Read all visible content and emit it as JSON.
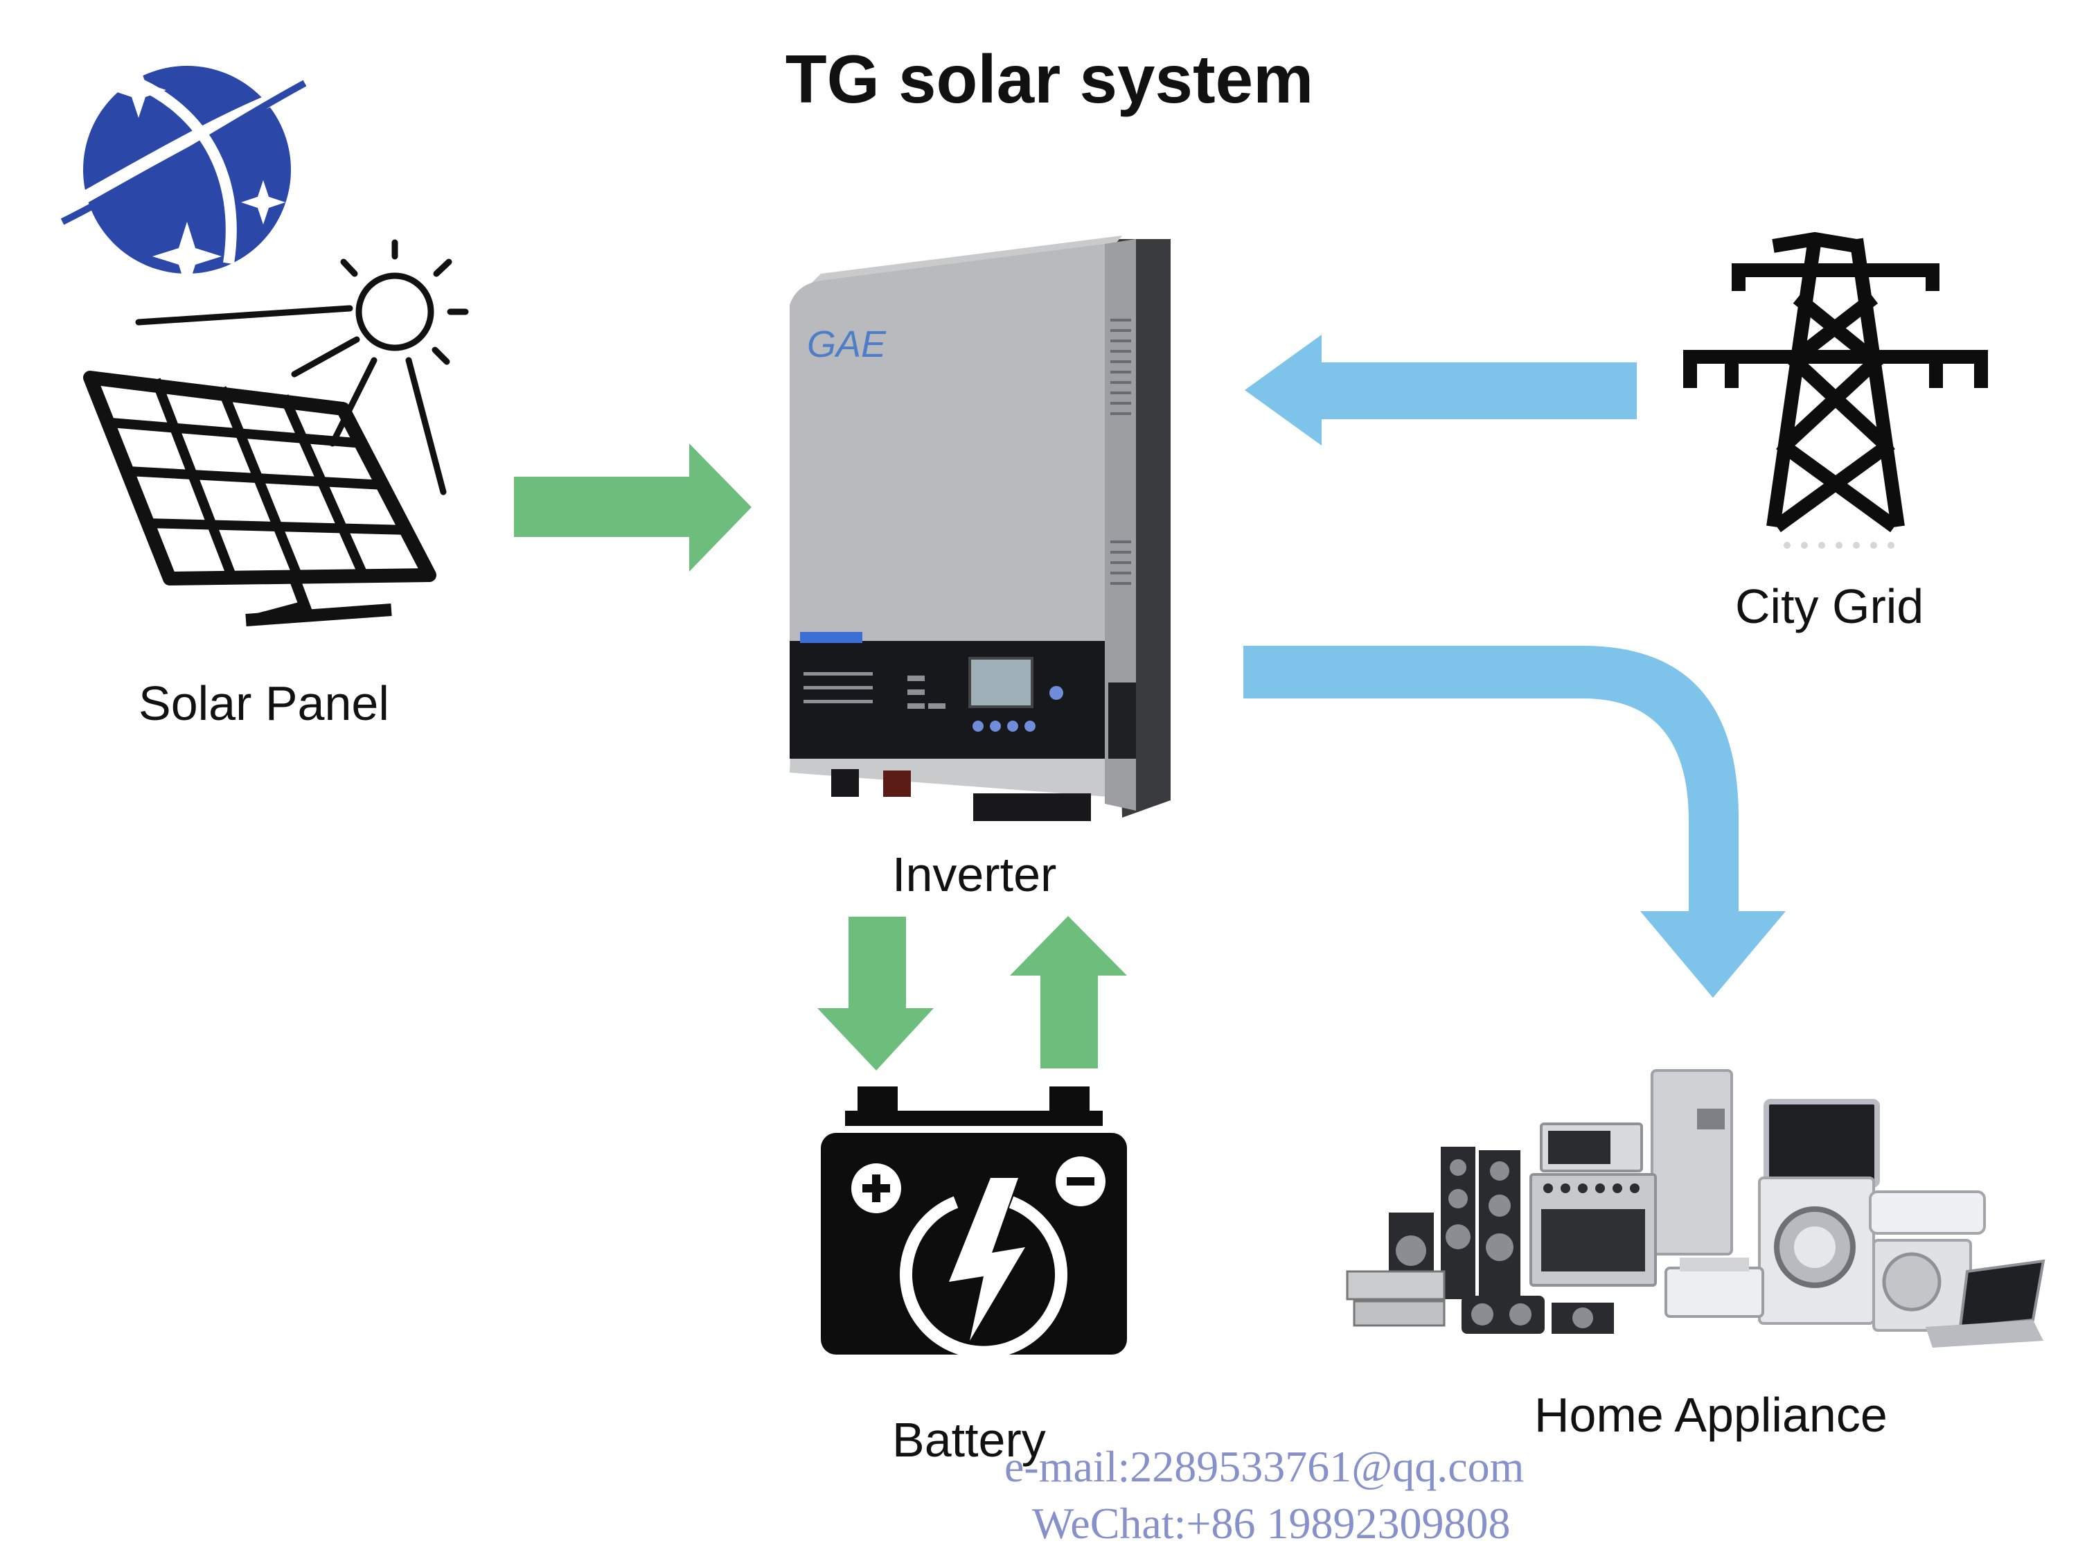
{
  "title": "TG solar system",
  "nodes": {
    "solar_panel": "Solar Panel",
    "inverter": "Inverter",
    "city_grid": "City Grid",
    "battery": "Battery",
    "home_appliance": "Home Appliance"
  },
  "inverter_brand": "GAE",
  "watermark": {
    "email": "e-mail:2289533761@qq.com",
    "wechat": "WeChat:+86  19892309808"
  },
  "colors": {
    "solar_flow": "#6dbe7d",
    "grid_flow": "#7ec3ea",
    "logo": "#2b48a8",
    "icon": "#0d0d0d"
  },
  "icons": [
    "logo-globe-icon",
    "solar-panel-icon",
    "sun-icon",
    "inverter-image",
    "transmission-tower-icon",
    "battery-icon",
    "home-appliances-image"
  ]
}
